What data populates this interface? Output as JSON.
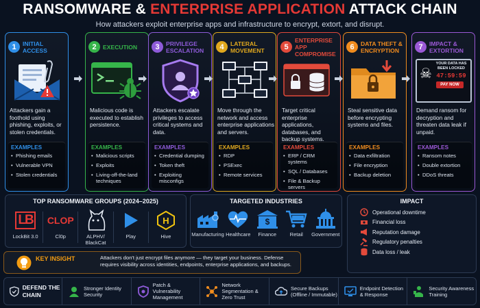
{
  "header": {
    "title_part1": "Ransomware & ",
    "title_part2": "Enterprise Application",
    "title_part3": " Attack Chain",
    "subtitle": "How attackers exploit enterprise apps and infrastructure to encrypt, extort, and disrupt."
  },
  "stages": [
    {
      "number": "1",
      "name": "Initial Access",
      "color": "#2f8fe8",
      "icon": "email-warning-icon",
      "description": "Attackers gain a foothold using phishing, exploits, or stolen credentials.",
      "examples_label": "Examples",
      "examples": [
        "Phishing emails",
        "Vulnerable VPN",
        "Stolen credentials"
      ]
    },
    {
      "number": "2",
      "name": "Execution",
      "color": "#36b54a",
      "icon": "terminal-bug-icon",
      "description": "Malicious code is executed to establish persistence.",
      "examples_label": "Examples",
      "examples": [
        "Malicious scripts",
        "Exploits",
        "Living-off-the-land techniques"
      ]
    },
    {
      "number": "3",
      "name": "Privilege Escalation",
      "color": "#8e5bd9",
      "icon": "shield-user-icon",
      "description": "Attackers escalate privileges to access critical systems and data.",
      "examples_label": "Examples",
      "examples": [
        "Credential dumping",
        "Token theft",
        "Exploiting misconfigs"
      ]
    },
    {
      "number": "4",
      "name": "Lateral Movement",
      "color": "#e0a81e",
      "icon": "network-computers-icon",
      "description": "Move through the network and access enterprise applications and servers.",
      "examples_label": "Examples",
      "examples": [
        "RDP",
        "PSExec",
        "Remote services"
      ]
    },
    {
      "number": "5",
      "name": "Enterprise App Compromise",
      "color": "#e24a3b",
      "icon": "lock-database-icon",
      "description": "Target critical enterprise applications, databases, and backup systems.",
      "examples_label": "Examples",
      "examples": [
        "ERP / CRM systems",
        "SQL / Databases",
        "File & Backup servers"
      ]
    },
    {
      "number": "6",
      "name": "Data Theft & Encryption",
      "color": "#f08c1e",
      "icon": "locked-folder-icon",
      "description": "Steal sensitive data before encrypting systems and files.",
      "examples_label": "Examples",
      "examples": [
        "Data exfiltration",
        "File encryption",
        "Backup deletion"
      ]
    },
    {
      "number": "7",
      "name": "Impact & Extortion",
      "color": "#9b59d6",
      "icon": "ransom-screen-icon",
      "description": "Demand ransom for decryption and threaten data leak if unpaid.",
      "examples_label": "Examples",
      "examples": [
        "Ransom notes",
        "Double extortion",
        "DDoS threats"
      ],
      "screen_text": "YOUR DATA HAS BEEN LOCKED",
      "timer": "47:59:59",
      "pay_label": "PAY NOW"
    }
  ],
  "groups": {
    "title": "Top Ransomware Groups (2024–2025)",
    "items": [
      {
        "name": "LockBit 3.0",
        "logo": "LB"
      },
      {
        "name": "Cl0p",
        "logo": "CLOP"
      },
      {
        "name": "ALPHV/ BlackCat",
        "logo": "cat-icon"
      },
      {
        "name": "Play",
        "logo": "play-icon"
      },
      {
        "name": "Hive",
        "logo": "H"
      }
    ]
  },
  "industries": {
    "title": "Targeted Industries",
    "items": [
      {
        "name": "Manufacturing",
        "icon": "factory-icon"
      },
      {
        "name": "Healthcare",
        "icon": "heartbeat-icon"
      },
      {
        "name": "Finance",
        "icon": "bank-icon"
      },
      {
        "name": "Retail",
        "icon": "cart-icon"
      },
      {
        "name": "Government",
        "icon": "capitol-icon"
      }
    ]
  },
  "impact": {
    "title": "Impact",
    "items": [
      {
        "label": "Operational downtime",
        "icon": "clock-icon"
      },
      {
        "label": "Financial loss",
        "icon": "money-icon"
      },
      {
        "label": "Reputation damage",
        "icon": "megaphone-icon"
      },
      {
        "label": "Regulatory penalties",
        "icon": "gavel-icon"
      },
      {
        "label": "Data loss / leak",
        "icon": "database-icon"
      }
    ]
  },
  "insight": {
    "label": "Key Insight",
    "text": "Attackers don't just encrypt files anymore — they target your business. Defense requires visibility across identities, endpoints, enterprise applications, and backups."
  },
  "defend": {
    "title": "Defend the Chain",
    "items": [
      {
        "label": "Stronger Identity Security",
        "icon": "identity-icon",
        "color": "#36b54a"
      },
      {
        "label": "Patch & Vulnerability Management",
        "icon": "patch-shield-icon",
        "color": "#8e5bd9"
      },
      {
        "label": "Network Segmentation & Zero Trust",
        "icon": "network-icon",
        "color": "#f08c1e"
      },
      {
        "label": "Secure Backups (Offline / Immutable)",
        "icon": "cloud-backup-icon",
        "color": "#2f8fe8"
      },
      {
        "label": "Endpoint Detection & Response",
        "icon": "endpoint-icon",
        "color": "#2f8fe8"
      },
      {
        "label": "Security Awareness Training",
        "icon": "training-icon",
        "color": "#36b54a"
      }
    ]
  }
}
